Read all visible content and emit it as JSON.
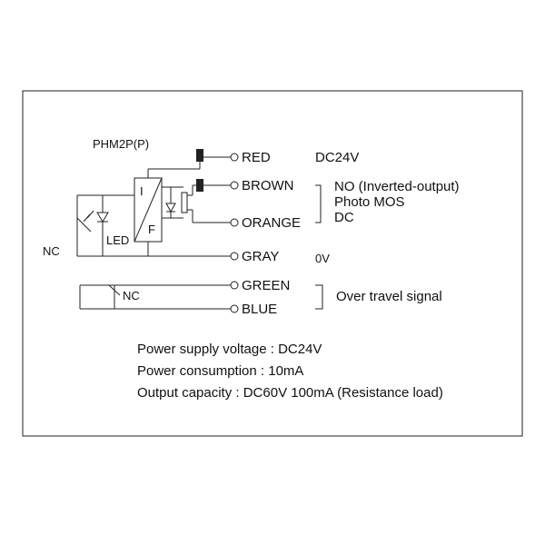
{
  "diagram": {
    "model": "PHM2P(P)",
    "terminals": {
      "red": "RED",
      "brown": "BROWN",
      "orange": "ORANGE",
      "gray": "GRAY",
      "green": "GREEN",
      "blue": "BLUE"
    },
    "annotations": {
      "dc24v": "DC24V",
      "no_line1": "NO (Inverted-output)",
      "no_line2": "Photo MOS",
      "no_line3": "DC",
      "zero_v": "0V",
      "over_travel": "Over travel signal"
    },
    "labels": {
      "nc_left": "NC",
      "led": "LED",
      "nc_switch": "NC",
      "if_i": "I",
      "if_f": "F"
    },
    "specs": [
      "Power supply voltage : DC24V",
      "Power consumption : 10mA",
      "Output capacity : DC60V 100mA (Resistance load)"
    ]
  }
}
